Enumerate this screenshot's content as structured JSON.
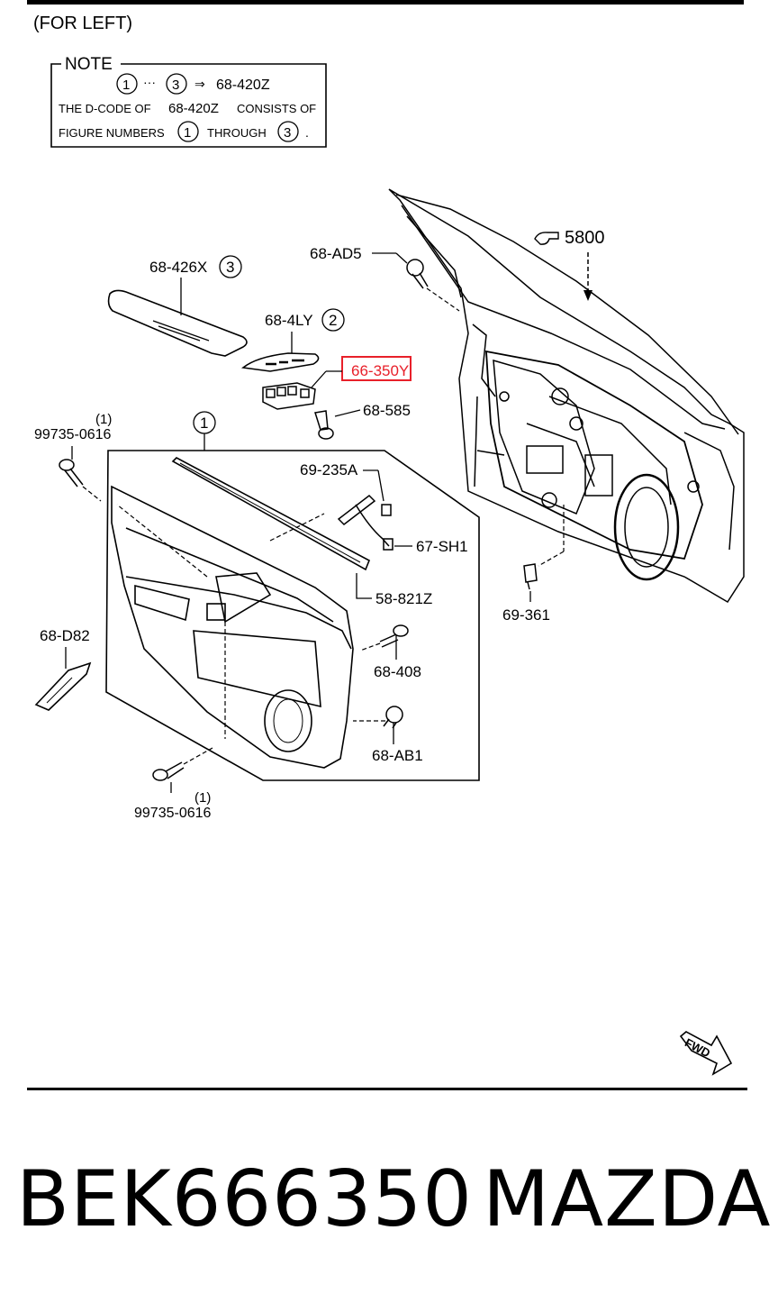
{
  "header": {
    "orientation": "(FOR LEFT)"
  },
  "note": {
    "heading": "NOTE",
    "range_from": "1",
    "range_to": "3",
    "range_target": "68-420Z",
    "line2_a": "THE D-CODE OF",
    "line2_code": "68-420Z",
    "line2_b": "CONSISTS OF",
    "line3_a": "FIGURE NUMBERS",
    "line3_from": "1",
    "line3_mid": "THROUGH",
    "line3_to": "3",
    "line3_end": "."
  },
  "callouts": {
    "c5800": "5800",
    "c68AD5": "68-AD5",
    "c68426X": "68-426X",
    "c68426X_fig": "3",
    "c684LY": "68-4LY",
    "c684LY_fig": "2",
    "c66350Y": "66-350Y",
    "c68585": "68-585",
    "c99735_top": "99735-0616",
    "c99735_top_qty": "(1)",
    "fig1": "1",
    "c69235A": "69-235A",
    "c67SH1": "67-SH1",
    "c58821Z": "58-821Z",
    "c68D82": "68-D82",
    "c68408": "68-408",
    "c69361": "69-361",
    "c68AB1": "68-AB1",
    "c99735_bot": "99735-0616",
    "c99735_bot_qty": "(1)",
    "fwd": "FWD"
  },
  "highlight_color": "#e8202a",
  "footer": {
    "part_number": "BEK666350",
    "brand": "MAZDA"
  }
}
